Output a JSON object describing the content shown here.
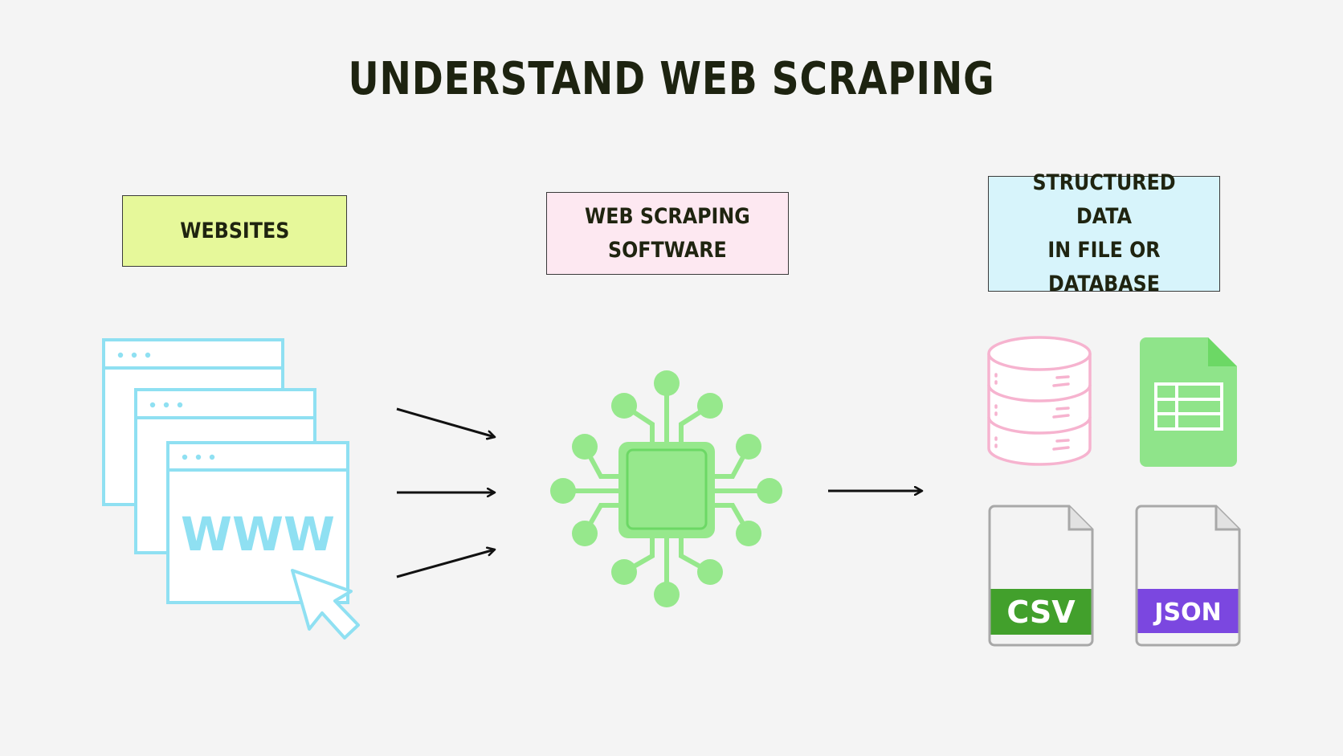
{
  "title": "UNDERSTAND WEB SCRAPING",
  "boxes": {
    "websites": "WEBSITES",
    "software_line1": "WEB SCRAPING",
    "software_line2": "SOFTWARE",
    "structured_line1": "STRUCTURED DATA",
    "structured_line2": "IN FILE OR",
    "structured_line3": "DATABASE"
  },
  "icons": {
    "browser_text": "WWW",
    "csv_label": "CSV",
    "json_label": "JSON"
  },
  "colors": {
    "browser": "#8fe0f2",
    "chip": "#96e88c",
    "chip_dark": "#6cd865",
    "database": "#f6b3cf",
    "spreadsheet": "#8fe48a",
    "csv_band": "#42a02c",
    "json_band": "#7b47e0",
    "file_outline": "#a8a8a8",
    "file_fill": "#f3f3f3"
  }
}
